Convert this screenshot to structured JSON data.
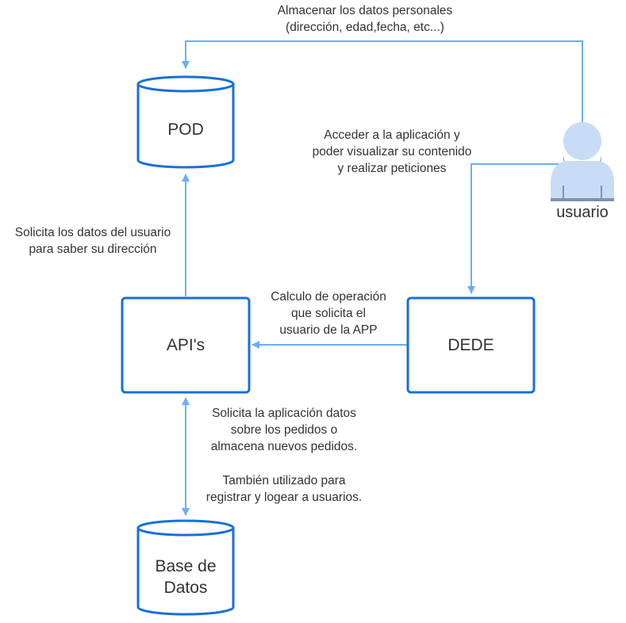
{
  "colors": {
    "shape_stroke": "#1a6fd8",
    "connector": "#6aaef6",
    "user_fill": "#c8dcf6",
    "user_base": "#7f93ad",
    "text": "#333333"
  },
  "nodes": {
    "pod": "POD",
    "apis": "API's",
    "dede": "DEDE",
    "database": [
      "Base de",
      "Datos"
    ],
    "user": "usuario"
  },
  "labels": {
    "store_personal": [
      "Almacenar los datos personales",
      "(dirección, edad,fecha, etc...)"
    ],
    "access_app": [
      "Acceder a la aplicación y",
      "poder visualizar su contenido",
      "y realizar peticiones"
    ],
    "request_user_data": [
      "Solicita los datos del usuario",
      "para saber su dirección"
    ],
    "compute_operation": [
      "Calculo de operación",
      "que solicita el",
      "usuario de la APP"
    ],
    "request_orders": [
      "Solicita la aplicación datos",
      "sobre los pedidos o",
      "almacena nuevos pedidos."
    ],
    "also_used": [
      "También utilizado para",
      "registrar y logear a usuarios."
    ]
  }
}
